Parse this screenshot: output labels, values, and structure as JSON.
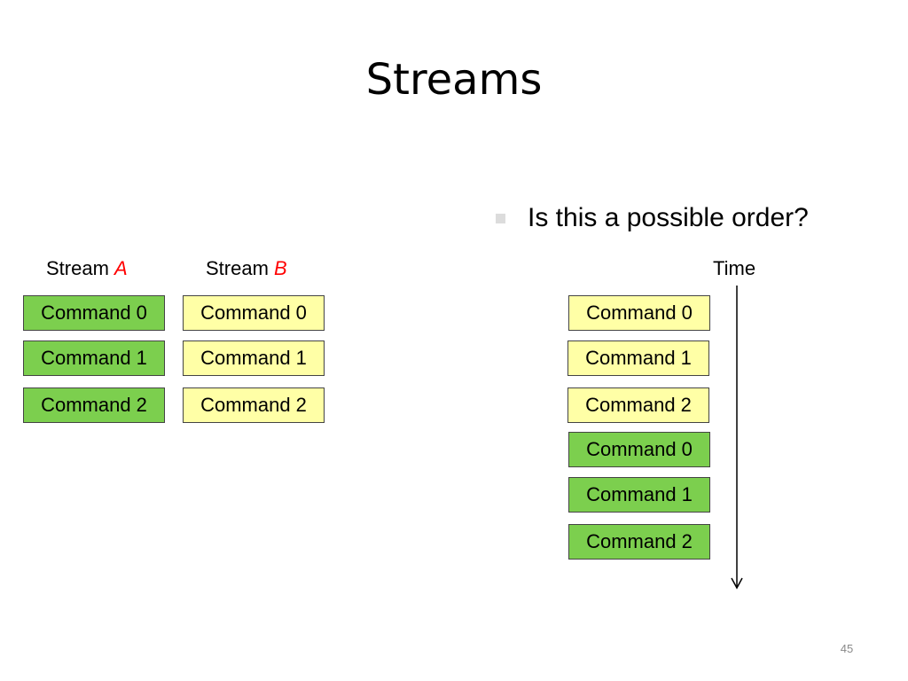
{
  "slide": {
    "title": "Streams",
    "bullet": "Is this a possible order?",
    "page_number": "45"
  },
  "stream_a": {
    "label_prefix": "Stream ",
    "label_letter": "A",
    "commands": [
      "Command 0",
      "Command 1",
      "Command 2"
    ]
  },
  "stream_b": {
    "label_prefix": "Stream ",
    "label_letter": "B",
    "commands": [
      "Command 0",
      "Command 1",
      "Command 2"
    ]
  },
  "timeline": {
    "label": "Time",
    "commands": [
      "Command 0",
      "Command 1",
      "Command 2",
      "Command 0",
      "Command 1",
      "Command 2"
    ]
  },
  "colors": {
    "stream_a_fill": "#7ccf4e",
    "stream_b_fill": "#ffffa6",
    "stream_letter": "#ff0000"
  }
}
